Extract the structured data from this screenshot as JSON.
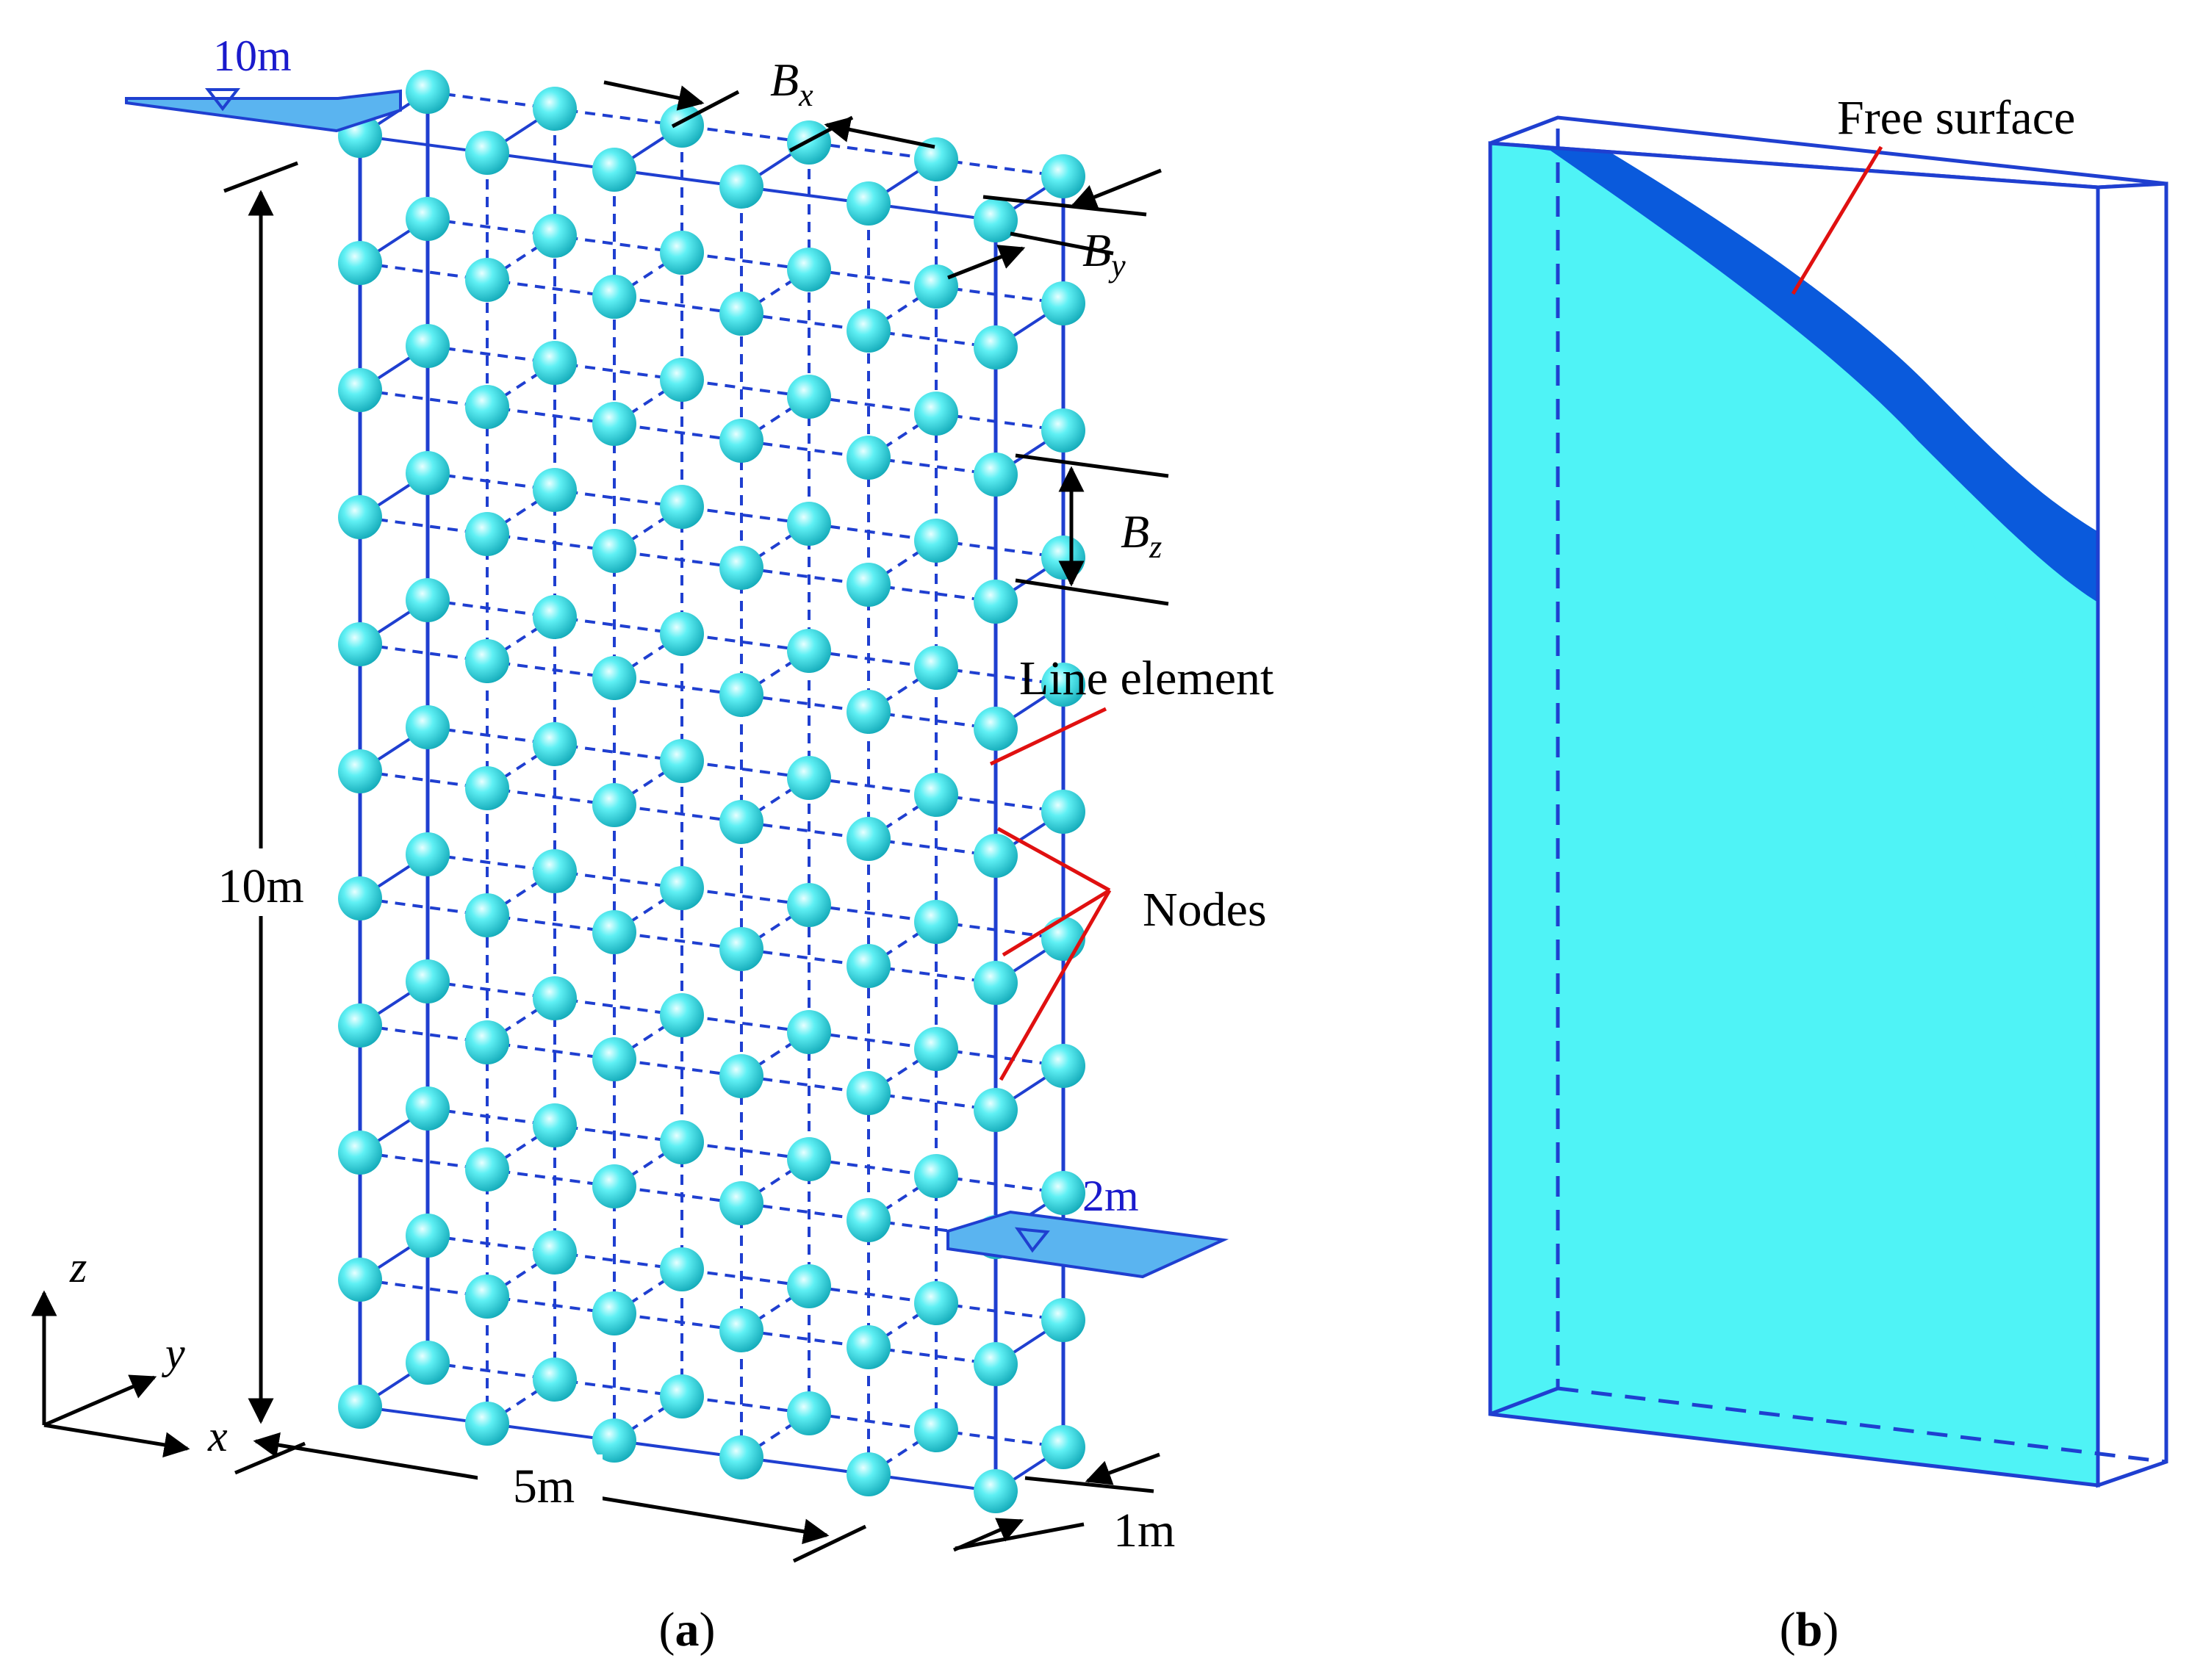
{
  "panel_a": {
    "caption_letter": "a",
    "dim_height": "10m",
    "dim_width": "5m",
    "dim_thickness": "1m",
    "water_upstream": "10m",
    "water_downstream": "2m",
    "bx": {
      "base": "B",
      "sub": "x"
    },
    "by": {
      "base": "B",
      "sub": "y"
    },
    "bz": {
      "base": "B",
      "sub": "z"
    },
    "label_line_element": "Line element",
    "label_nodes": "Nodes",
    "axes": {
      "x": "x",
      "y": "y",
      "z": "z"
    }
  },
  "panel_b": {
    "caption_letter": "b",
    "label_free_surface": "Free surface"
  },
  "colors": {
    "grid_line": "#1f3fd0",
    "node_fill": "#3fe0e8",
    "water": "#5ab4f0",
    "free_surface": "#0a5adc",
    "annotation_red": "#e01010"
  }
}
